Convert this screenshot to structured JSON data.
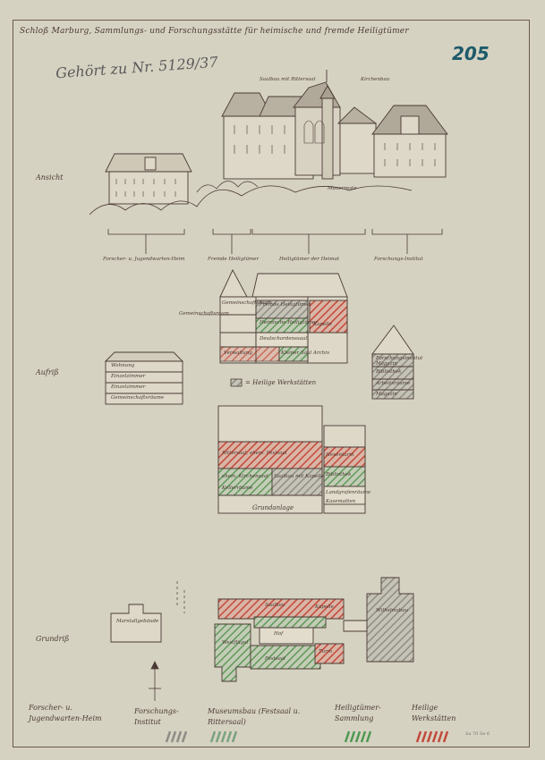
{
  "document": {
    "title": "Schloß Marburg, Sammlungs- und Forschungsstätte für heimische und fremde Heiligtümer",
    "reference_note": "Gehört zu Nr. 5129/37",
    "sheet_number": "205",
    "archive_stamp": "Sa 70 Se 6"
  },
  "section_labels": {
    "view": "Ansicht",
    "elevation": "Aufriß",
    "plan": "Grundriß"
  },
  "view_labels": {
    "top_left": "Saalbau mit Rittersaal",
    "top_right": "Kirchenbau",
    "bracket_1": "Forscher- u. Jugendwarten-Heim",
    "bracket_2": "Fremde Heiligtümer",
    "bracket_3": "Heiligtümer der Heimat",
    "bracket_4": "Forschungs-Institut",
    "wall_marks": "Mauerreste"
  },
  "elevation_rooms": {
    "left_wing": [
      "Wohnung",
      "Einzelzimmer",
      "Einzelzimmer",
      "Gemeinschaftsräume"
    ],
    "main_upper": [
      "Gemeinschaftsraum",
      "Fremde Heiligtümer",
      "Heimische Heiligtümer",
      "Deutschordenssaal",
      "Kapelle",
      "Archiv",
      "Kleiner Saal",
      "Verwaltung"
    ],
    "main_side_label": "Gemeinschaftsraum",
    "right_tower": [
      "Forschungsinstitut",
      "Magazin",
      "Bibliothek",
      "Arbeitsräume",
      "Magazin"
    ],
    "legend_marker": "= Heilige Werkstätten",
    "lower_block": [
      "Rittersaal, ehem. Festsaal",
      "Hexenturm",
      "Bibliothek",
      "ehem. Kirchensaal",
      "Saalbau mit Kapelle",
      "Kellerräume",
      "Landgrafenräume",
      "Kasematten"
    ],
    "lower_caption": "Grundanlage"
  },
  "plan_labels": {
    "left_building": "Marstallgebäude",
    "main_1": "Saalbau",
    "main_2": "Kapelle",
    "main_3": "Westflügel",
    "main_4": "Hof",
    "main_5": "Festsaal",
    "main_6": "Turm",
    "right_building": "Wilhelmsbau"
  },
  "legend": [
    {
      "label": "Forscher- u. Jugendwarten-Heim",
      "color": ""
    },
    {
      "label": "Forschungs-Institut",
      "color": "#8a9a84"
    },
    {
      "label": "Museumsbau (Festsaal u. Rittersaal)",
      "color": "#7aa27e"
    },
    {
      "label": "Heiligtümer-Sammlung",
      "color": "#4e9a52"
    },
    {
      "label": "Heilige Werkstätten",
      "color": "#c24a3a"
    }
  ],
  "colors": {
    "paper": "#d6d2c2",
    "ink": "#4a3a34",
    "red_hatch": "#c24a3a",
    "green_hatch": "#5f9a5c",
    "grey_hatch": "#8d8d85",
    "blue_ink": "#1d5a6a"
  }
}
